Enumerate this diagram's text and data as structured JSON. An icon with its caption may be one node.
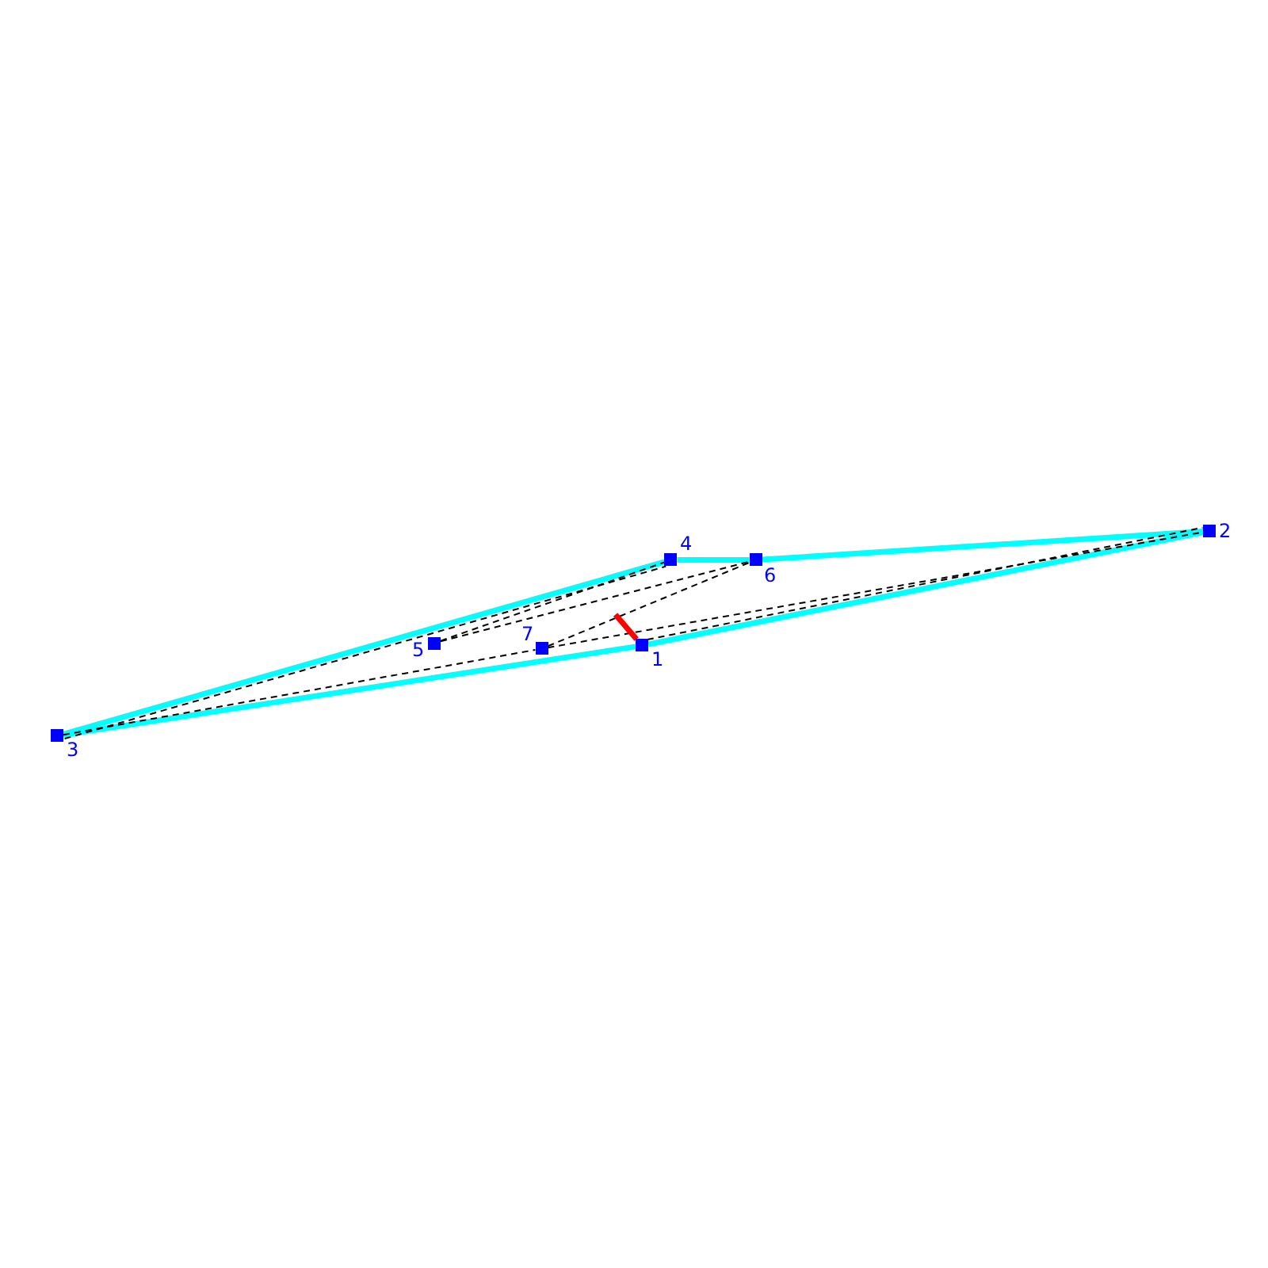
{
  "diagram": {
    "nodes": [
      {
        "text": [],
        "shape": "box",
        "beside": [
          "1"
        ]
      },
      {
        "text": [],
        "shape": "box",
        "beside": [
          "2"
        ]
      },
      {
        "text": [],
        "shape": "box",
        "beside": [
          "3"
        ]
      },
      {
        "text": [],
        "shape": "box",
        "beside": [
          "4"
        ]
      },
      {
        "text": [],
        "shape": "box",
        "beside": [
          "5"
        ]
      },
      {
        "text": [],
        "shape": "box",
        "beside": [
          "6"
        ]
      },
      {
        "text": [],
        "shape": "box",
        "beside": [
          "7"
        ]
      }
    ],
    "edges": [
      {
        "from": 2,
        "to": 3,
        "arrow": "none",
        "style": "thick",
        "color": "#00ffff"
      },
      {
        "from": 3,
        "to": 5,
        "arrow": "none",
        "style": "thick",
        "color": "#00ffff"
      },
      {
        "from": 5,
        "to": 1,
        "arrow": "none",
        "style": "thick",
        "color": "#00ffff"
      },
      {
        "from": 1,
        "to": 0,
        "arrow": "none",
        "style": "thick",
        "color": "#00ffff"
      },
      {
        "from": 0,
        "to": 2,
        "arrow": "none",
        "style": "thick",
        "color": "#00ffff"
      },
      {
        "from": 2,
        "to": 3,
        "arrow": "none",
        "style": "dashed"
      },
      {
        "from": 2,
        "to": 6,
        "arrow": "none",
        "style": "dashed"
      },
      {
        "from": 6,
        "to": 1,
        "arrow": "none",
        "style": "dashed"
      },
      {
        "from": 4,
        "to": 3,
        "arrow": "none",
        "style": "dashed"
      },
      {
        "from": 4,
        "to": 5,
        "arrow": "none",
        "style": "dashed"
      },
      {
        "from": 6,
        "to": 5,
        "arrow": "none",
        "style": "dashed"
      },
      {
        "from": 0,
        "to": 1,
        "arrow": "none",
        "style": "dashed"
      },
      {
        "from": 0,
        "to": null,
        "arrow": "none",
        "style": "thick",
        "color": "#ff0000"
      }
    ]
  }
}
